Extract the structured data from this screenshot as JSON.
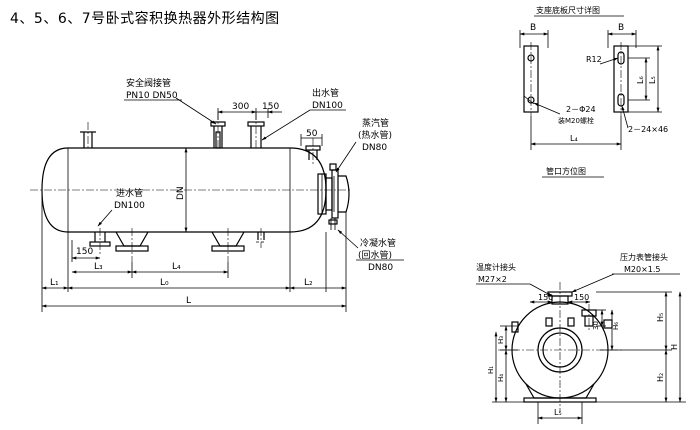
{
  "title": "4、5、6、7号卧式容积换热器外形结构图",
  "main_view": {
    "safety_valve_label": "安全阀接管",
    "safety_valve_spec": "PN10 DN50",
    "outlet_label": "出水管",
    "outlet_spec": "DN100",
    "dim_300": "300",
    "dim_150_top": "150",
    "dim_50": "50",
    "steam_label": "蒸汽管",
    "steam_sub": "(热水管)",
    "steam_spec": "DN80",
    "inlet_label": "进水管",
    "inlet_spec": "DN100",
    "dn_label": "DN",
    "condensate_label": "冷凝水管",
    "condensate_sub": "(回水管)",
    "condensate_spec": "DN80",
    "dim_150_bottom": "150",
    "L1": "L₁",
    "L3": "L₃",
    "L4": "L₄",
    "L0": "L₀",
    "L2": "L₂",
    "L": "L"
  },
  "support_detail": {
    "title": "支座底板尺寸详图",
    "B_left": "B",
    "B_right": "B",
    "R12": "R12",
    "L6": "L₆",
    "L5": "L₅",
    "bolt_hole": "2－Φ24",
    "bolt_note": "装M20螺栓",
    "slot": "2－24×46",
    "L4": "L₄"
  },
  "nozzle_view": {
    "title": "管口方位图",
    "thermometer_label": "温度计接头",
    "thermometer_spec": "M27×2",
    "gauge_label": "压力表管接头",
    "gauge_spec": "M20×1.5",
    "dim_150a": "150",
    "dim_150b": "150",
    "dim_30": "30",
    "H6": "H₆",
    "H5": "H₅",
    "H": "H",
    "H3": "H₃",
    "H4": "H₄",
    "H1": "H₁",
    "H2": "H₂",
    "L5": "L₅"
  }
}
